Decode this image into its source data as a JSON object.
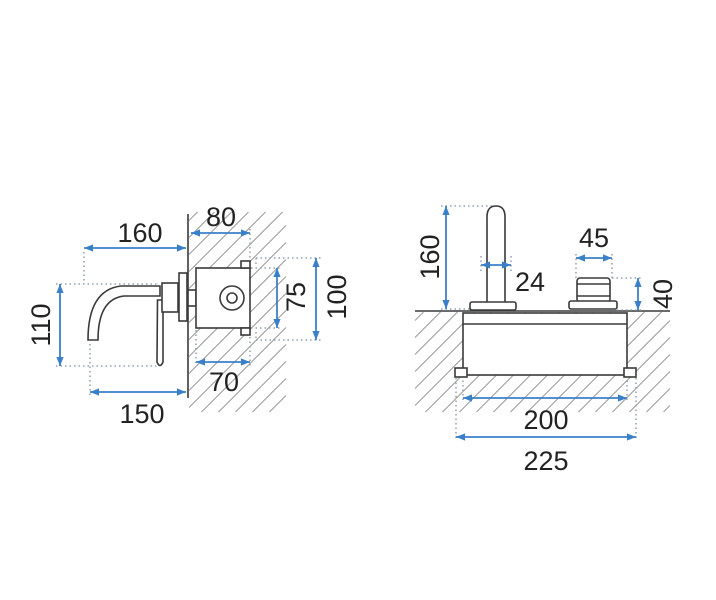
{
  "side_view": {
    "dimensions": {
      "upper_horizontal_left": "160",
      "upper_horizontal_right": "80",
      "left_vertical": "110",
      "inner_vertical": "75",
      "outer_vertical": "100",
      "lower_horizontal_right": "70",
      "lower_horizontal_left": "150"
    }
  },
  "front_view": {
    "dimensions": {
      "spout_vertical": "160",
      "spout_horizontal": "24",
      "handle_horizontal": "45",
      "handle_vertical": "40",
      "box_horizontal": "200",
      "overall_horizontal": "225"
    }
  },
  "colors": {
    "dimension": "#3a80c8",
    "extension": "#8fa0b3",
    "outline": "#3a3a3a",
    "hatch": "#9a9a9a"
  }
}
